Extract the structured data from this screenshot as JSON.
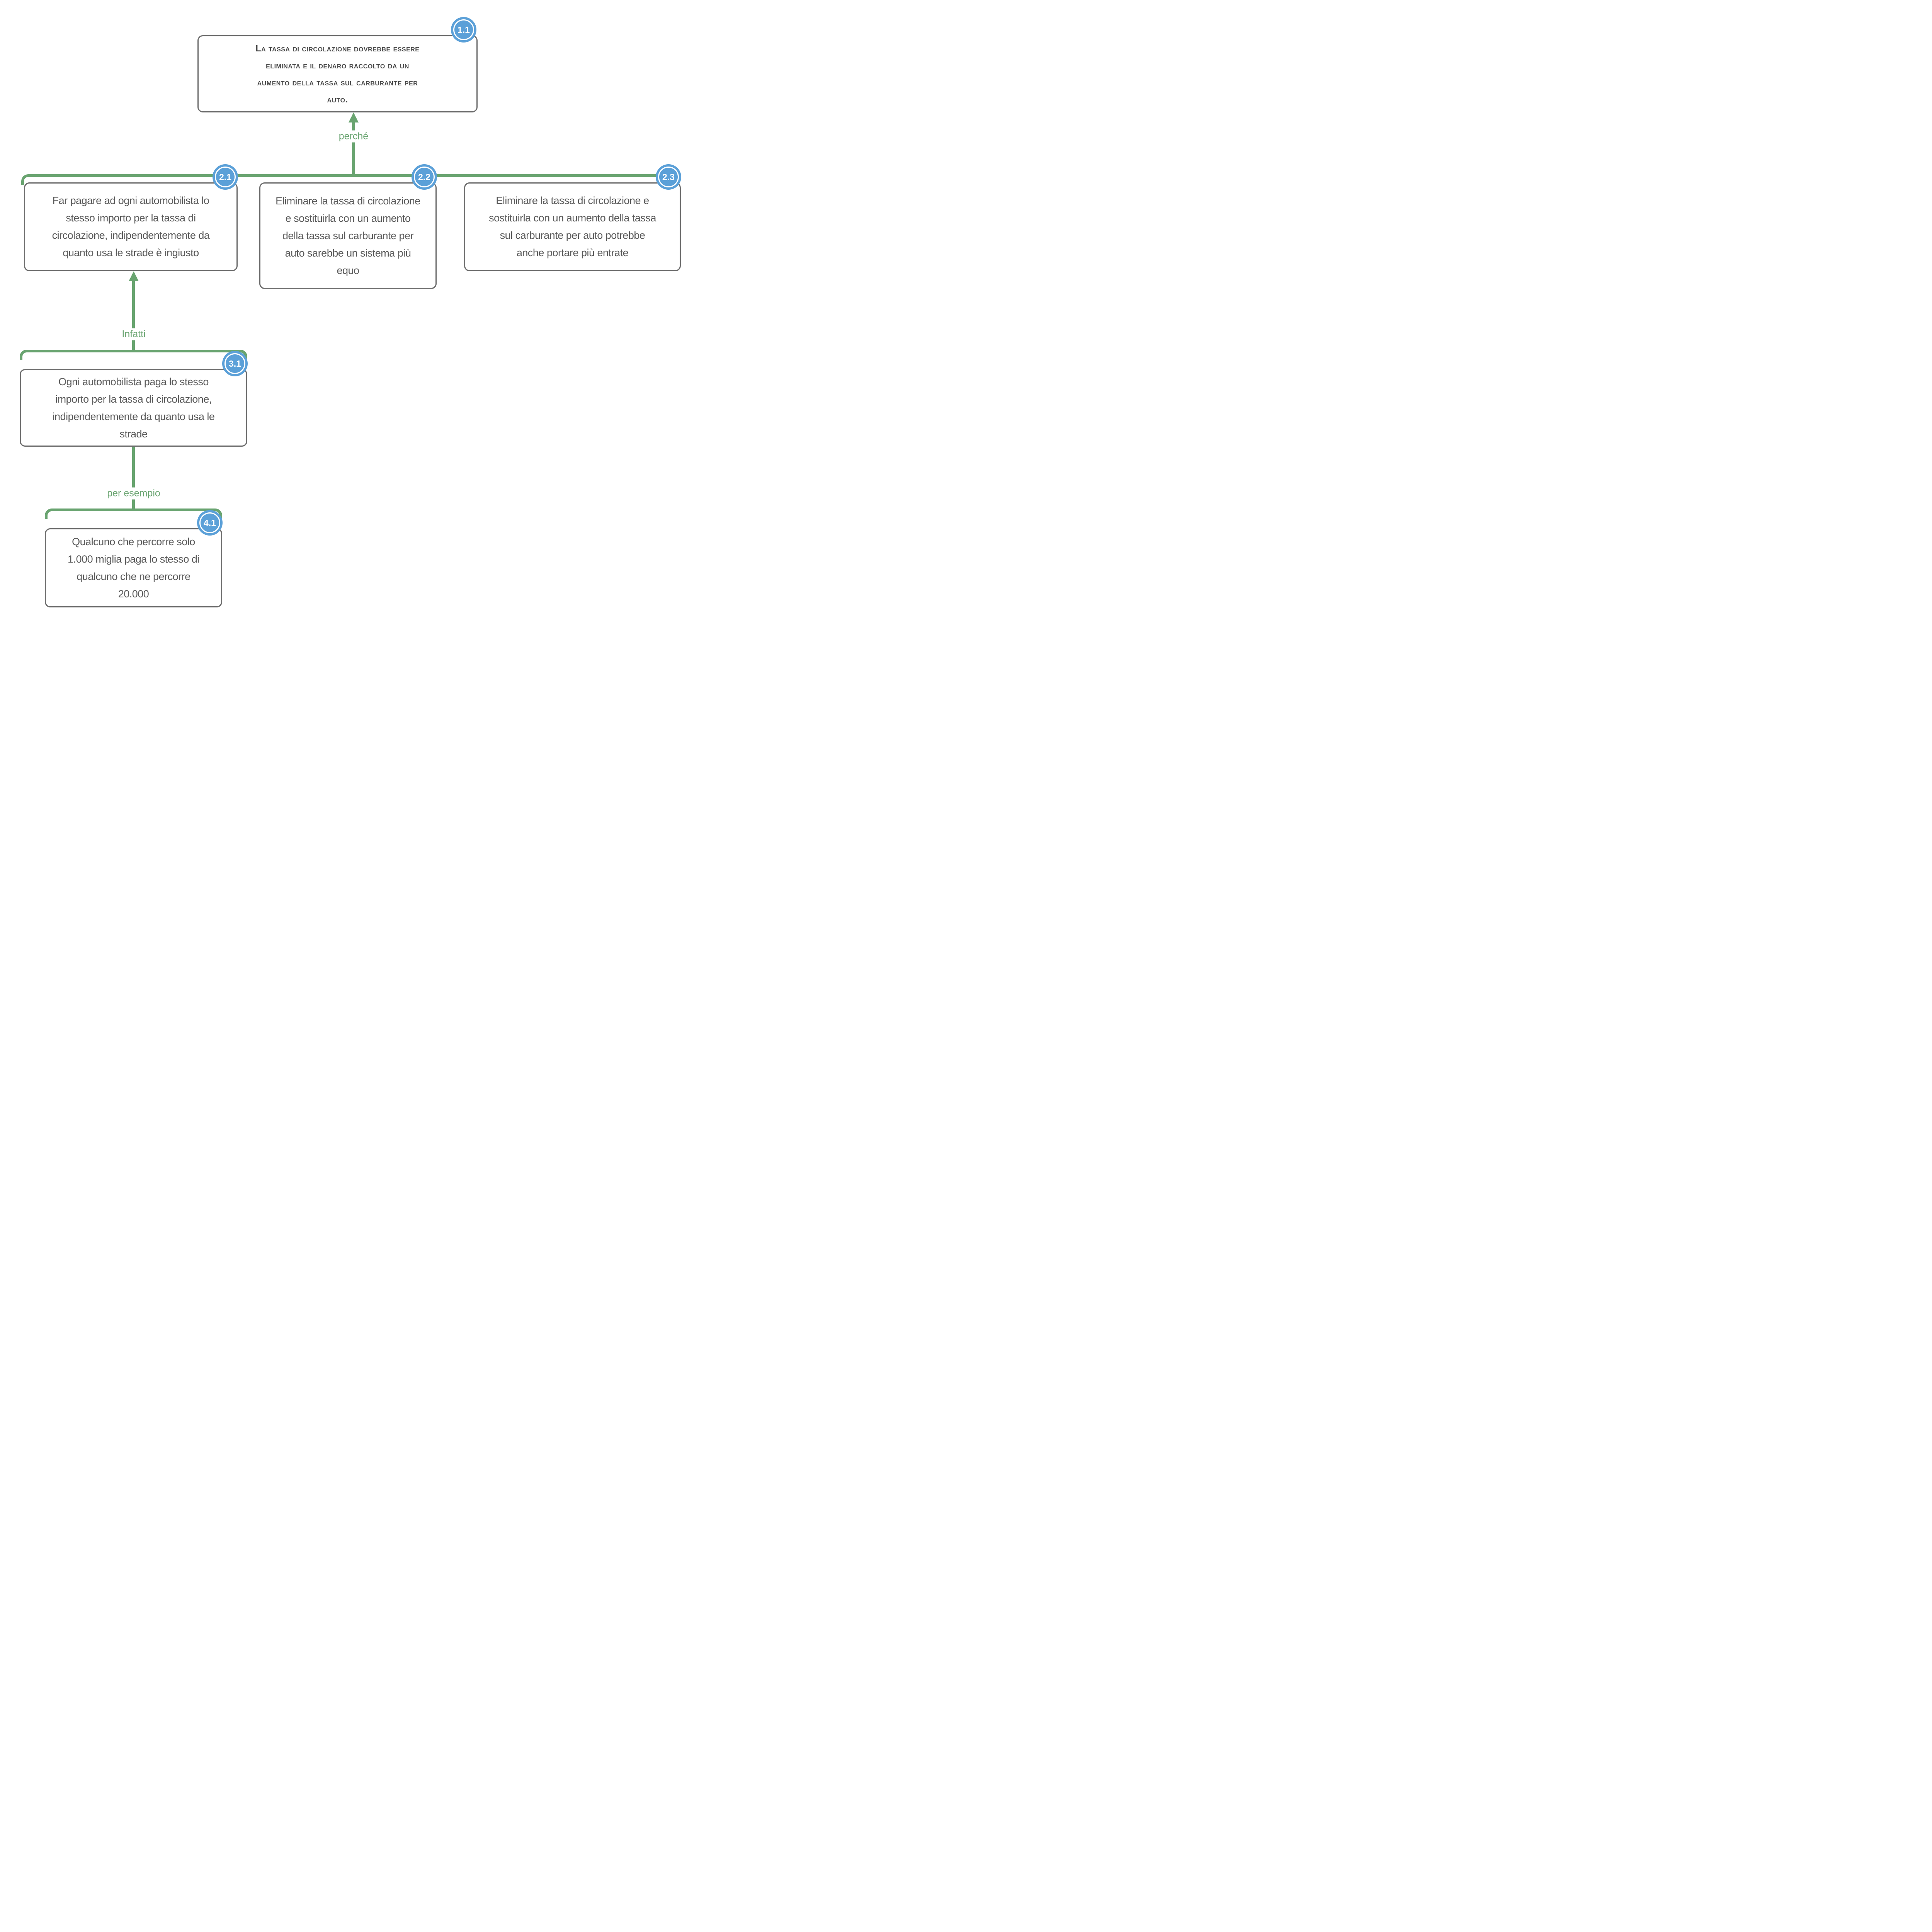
{
  "diagram": {
    "type": "argument-map",
    "colors": {
      "relation_green": "#69a470",
      "badge_blue": "#5ba0d8",
      "box_border_gray": "#6d6d6d",
      "body_text_gray": "#595959",
      "claim_text_gray": "#4a4a4a",
      "background": "#ffffff"
    },
    "nodes": {
      "n11": {
        "badge": "1.1",
        "text": "La tassa di circolazione dovrebbe essere\neliminata e il denaro raccolto da un\naumento della tassa sul carburante per\nauto."
      },
      "n21": {
        "badge": "2.1",
        "text": "Far pagare ad ogni automobilista lo\nstesso importo per la tassa di\ncircolazione, indipendentemente da\nquanto usa le strade è ingiusto"
      },
      "n22": {
        "badge": "2.2",
        "text": "Eliminare la tassa di circolazione\ne sostituirla con un aumento\ndella tassa sul carburante per\nauto sarebbe un sistema più\nequo"
      },
      "n23": {
        "badge": "2.3",
        "text": "Eliminare la tassa di circolazione e\nsostituirla con un aumento della tassa\nsul carburante per auto potrebbe\nanche portare più entrate"
      },
      "n31": {
        "badge": "3.1",
        "text": "Ogni automobilista paga lo stesso\nimporto per la tassa di circolazione,\nindipendentemente da quanto usa le\nstrade"
      },
      "n41": {
        "badge": "4.1",
        "text": "Qualcuno che percorre solo\n1.000 miglia paga lo stesso di\nqualcuno che ne percorre\n20.000"
      }
    },
    "relations": {
      "perche": {
        "label": "perché"
      },
      "infatti": {
        "label": "Infatti"
      },
      "per_esempio": {
        "label": "per esempio"
      }
    }
  }
}
